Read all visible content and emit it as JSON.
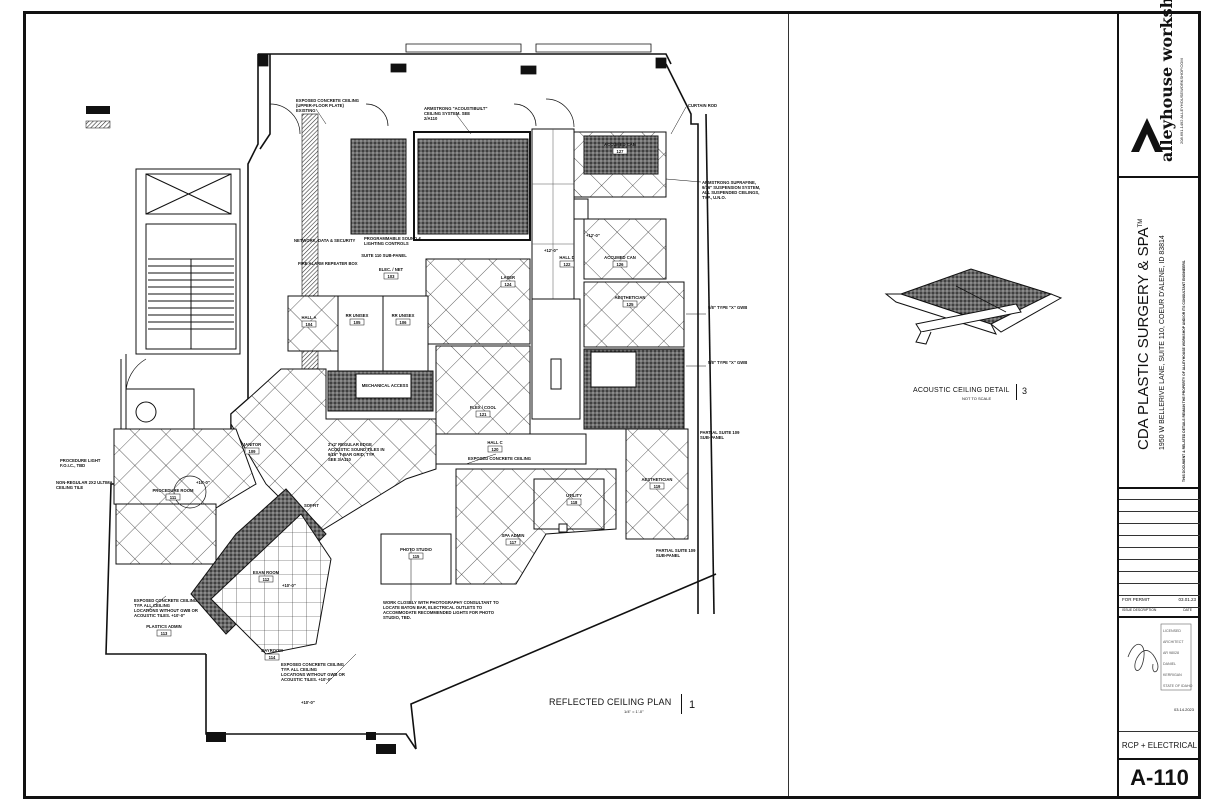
{
  "plan": {
    "title": "REFLECTED CEILING PLAN",
    "scale": "1/4\" = 1'-0\"",
    "number": "1",
    "rooms": [
      {
        "label": "ACCUMED CAN",
        "num": "127"
      },
      {
        "label": "ACCUMED CAN",
        "num": "126"
      },
      {
        "label": "HALL D",
        "num": "122"
      },
      {
        "label": "LASER",
        "num": "124"
      },
      {
        "label": "AESTHETICIAN",
        "num": "125"
      },
      {
        "label": "SUITE 110 SUB-PANEL",
        "num": ""
      },
      {
        "label": "ELEC. / NET",
        "num": "103"
      },
      {
        "label": "HALL A",
        "num": "104"
      },
      {
        "label": "RR UNISEX",
        "num": "105"
      },
      {
        "label": "RR UNISEX",
        "num": "106"
      },
      {
        "label": "MECHANICAL ACCESS",
        "num": ""
      },
      {
        "label": "FLEX / COOL",
        "num": "121"
      },
      {
        "label": "HALL C",
        "num": "120"
      },
      {
        "label": "JANITOR",
        "num": "109"
      },
      {
        "label": "PROCEDURE ROOM",
        "num": "111"
      },
      {
        "label": "UTILITY",
        "num": "118"
      },
      {
        "label": "AESTHETICIAN",
        "num": "119"
      },
      {
        "label": "SPA ADMIN",
        "num": "117"
      },
      {
        "label": "PHOTO STUDIO",
        "num": "115"
      },
      {
        "label": "EXAM ROOM",
        "num": "112"
      },
      {
        "label": "PLASTICS ADMIN",
        "num": "113"
      },
      {
        "label": "DAYROOM",
        "num": "114"
      }
    ],
    "notes": [
      "EXPOSED CONCRETE CEILING (UPPER-FLOOR PLATE) EXISTING",
      "ARMSTRONG \"ACOUSTIBUILT\" CEILING SYSTEM. SEE 2/A110",
      "CURTAIN ROD",
      "ARMSTRONG SUPRAFINE, 9/16\" SUSPENSION SYSTEM, ALL SUSPENDED CEILINGS, TYP., U.N.O.",
      "PROGRAMMABLE SOUND & LIGHTING CONTROLS",
      "NETWORK, DATA & SECURITY",
      "FIRE ALARM REPEATER BOX",
      "5/8\" TYPE \"X\" GWB",
      "5/8\" TYPE \"X\" GWB",
      "2'x2' REGULAR EDGE ACOUSTIC SOUND TILES IN 9/16\" T-BAR GRID, TYP. SEE 3/A110",
      "EXPOSED CONCRETE CEILING",
      "PARTIAL SUITE 109 SUB-PANEL",
      "PARTIAL SUITE 109 SUB-PANEL",
      "PROCEDURE LIGHT F.O.I.C., TBD",
      "NON-REGULAR 2X2 ULTIMA CEILING TILE",
      "SOFFIT",
      "WORK CLOSELY WITH PHOTOGRAPHY CONSULTANT TO LOCATE BATON BAR, ELECTRICAL OUTLETS TO ACCOMMODATE RECOMMENDED LIGHTS FOR PHOTO STUDIO, TBD.",
      "EXPOSED CONCRETE CEILING TYP. ALL CEILING LOCATIONS WITHOUT GWB OR ACOUSTIC TILES. +10'-0\"",
      "EXPOSED CONCRETE CEILING TYP. ALL CEILING LOCATIONS WITHOUT GWB OR ACOUSTIC TILES. +10'-0\""
    ],
    "heights": [
      "+12'-0\"",
      "+12'-0\"",
      "+10'-0\"",
      "+10'-0\"",
      "+10'-0\""
    ]
  },
  "detail": {
    "title": "ACOUSTIC CEILING DETAIL",
    "scale": "NOT TO SCALE",
    "number": "3"
  },
  "title_block": {
    "firm": "alleyhouse workshop",
    "firm_contact": "208.691.1492   ALLEYHOUSEWORKSHOP.COM",
    "project": "CDA PLASTIC SURGERY & SPA",
    "trademark": "TM",
    "address": "1950 W BELLERIVE LANE, SUITE 110, COEUR D'ALENE, ID 83814",
    "disclaimer": "THIS DOCUMENT & RELATED DETAILS REMAIN THE PROPERTY OF ALLEYHOUSE WORKSHOP AND/OR ITS CONSULTANT ENGINEERS.",
    "issue_label": "FOR PERMIT",
    "issue_date": "03.01.23",
    "col_issue": "ISSUE DESCRIPTION",
    "col_date": "DATE",
    "stamp_lines": [
      "LICENSED",
      "ARCHITECT",
      "AR 98028",
      "DANIEL KERRIGAN",
      "STATE OF IDAHO"
    ],
    "stamp_date": "03.14.2023",
    "sheet_title": "RCP + ELECTRICAL",
    "sheet_number": "A-110"
  }
}
